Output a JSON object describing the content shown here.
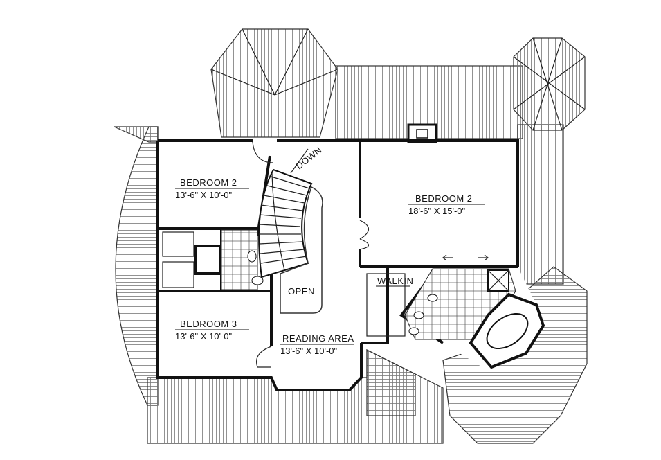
{
  "rooms": {
    "bedroom_left_top": {
      "name": "BEDROOM 2",
      "size": "13'-6\" X 10'-0\""
    },
    "bedroom_right": {
      "name": "BEDROOM 2",
      "size": "18'-6\" X 15'-0\""
    },
    "bedroom_3": {
      "name": "BEDROOM 3",
      "size": "13'-6\" X 10'-0\""
    },
    "reading_area": {
      "name": "READING AREA",
      "size": "13'-6\" X 10'-0\""
    },
    "walkin": {
      "name": "WALKIN"
    },
    "open": {
      "name": "OPEN"
    }
  },
  "stairs": {
    "label": "DOWN"
  },
  "colors": {
    "line": "#111111",
    "background": "#ffffff"
  }
}
